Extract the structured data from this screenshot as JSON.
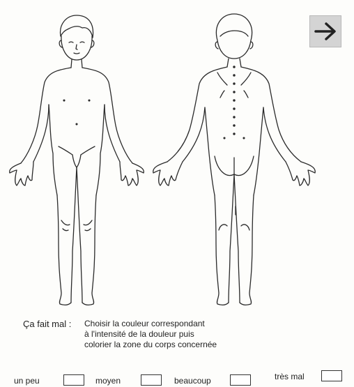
{
  "instructions": {
    "label": "Ça fait mal :",
    "lines": [
      "Choisir la couleur correspondant",
      "à l'intensité de la douleur puis",
      "colorier la zone du corps concernée"
    ]
  },
  "scale": {
    "items": [
      {
        "label": "un peu"
      },
      {
        "label": "moyen"
      },
      {
        "label": "beaucoup"
      },
      {
        "label": "très mal"
      }
    ]
  },
  "icons": {
    "next": "arrow-right-icon",
    "front": "body-front-outline-icon",
    "back": "body-back-outline-icon"
  },
  "colors": {
    "ink": "#2a2a2a",
    "arrow_bg": "#d4d4d4"
  }
}
